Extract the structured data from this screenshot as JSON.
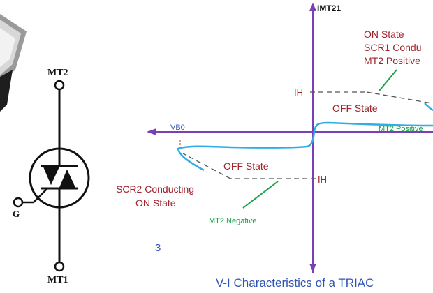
{
  "symbol": {
    "mt2_label": "MT2",
    "mt1_label": "MT1",
    "gate_label": "G"
  },
  "graph": {
    "y_axis_label": "IMT21",
    "q1": {
      "state_line1": "ON State",
      "state_line2": "SCR1 Condu",
      "state_line3": "MT2 Positive",
      "off_state": "OFF State",
      "ih_label": "IH",
      "mt2_positive": "MT2 Positive"
    },
    "q3": {
      "vbo_label": "VB0",
      "off_state": "OFF State",
      "ih_label": "IH",
      "state_line1": "SCR2 Conducting",
      "state_line2": "ON State",
      "mt2_negative": "MT2 Negative"
    },
    "figure_number": "3",
    "caption": "V-I Characteristics of a TRIAC"
  },
  "colors": {
    "axis": "#7b3fb5",
    "curve": "#2eaee6",
    "state_text": "#a0222a",
    "green_text": "#1aa34a",
    "caption": "#2f55b3",
    "dashed": "#555555",
    "symbol": "#111111"
  }
}
